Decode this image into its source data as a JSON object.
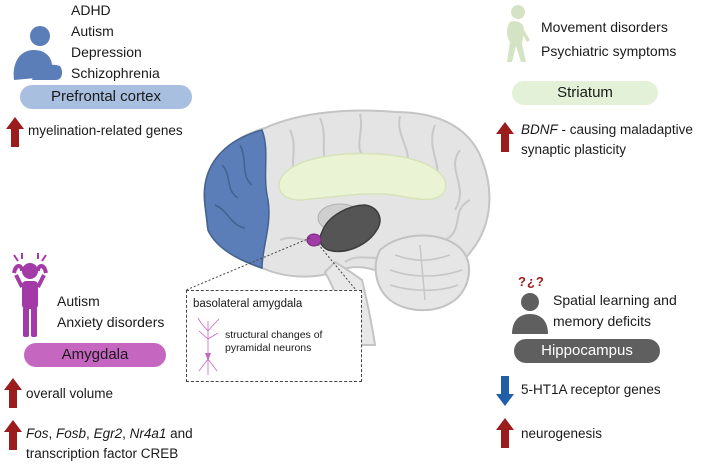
{
  "colors": {
    "prefrontal": "#a8bfe0",
    "prefrontal_region": "#5b7db8",
    "striatum": "#e4f1d9",
    "striatum_region": "#e9f2d2",
    "amygdala": "#c566c0",
    "amygdala_region": "#a23aa8",
    "hippocampus": "#5f5f5f",
    "hippocampus_region": "#5a5a5a",
    "arrow_up": "#9b1c1c",
    "arrow_down": "#1f5fa8",
    "brain": "#e2e2e2",
    "brain_line": "#bdbdbd"
  },
  "prefrontal": {
    "conditions": [
      "ADHD",
      "Autism",
      "Depression",
      "Schizophrenia"
    ],
    "label": "Prefrontal cortex",
    "finding": {
      "direction": "up",
      "text": "myelination-related genes"
    }
  },
  "striatum": {
    "conditions": [
      "Movement disorders",
      "Psychiatric symptoms"
    ],
    "label": "Striatum",
    "finding": {
      "direction": "up",
      "gene": "BDNF",
      "text_1": " - causing maladaptive",
      "text_2": "synaptic plasticity"
    }
  },
  "amygdala": {
    "conditions": [
      "Autism",
      "Anxiety disorders"
    ],
    "label": "Amygdala",
    "finding_1": {
      "direction": "up",
      "text": "overall volume"
    },
    "finding_2": {
      "direction": "up",
      "gene_1": "Fos",
      "sep_1": ", ",
      "gene_2": "Fosb",
      "sep_2": ", ",
      "gene_3": "Egr2",
      "sep_3": ", ",
      "gene_4": "Nr4a1",
      "tail": " and",
      "line_2": "transcription factor CREB"
    }
  },
  "inset": {
    "title": "basolateral amygdala",
    "caption_1": "structural changes of",
    "caption_2": "pyramidal neurons"
  },
  "hippocampus": {
    "conditions": [
      "Spatial learning and",
      "memory deficits"
    ],
    "label": "Hippocampus",
    "confused_marks": "?¿?",
    "finding_1": {
      "direction": "down",
      "text": "5-HT1A receptor genes"
    },
    "finding_2": {
      "direction": "up",
      "text": "neurogenesis"
    }
  }
}
